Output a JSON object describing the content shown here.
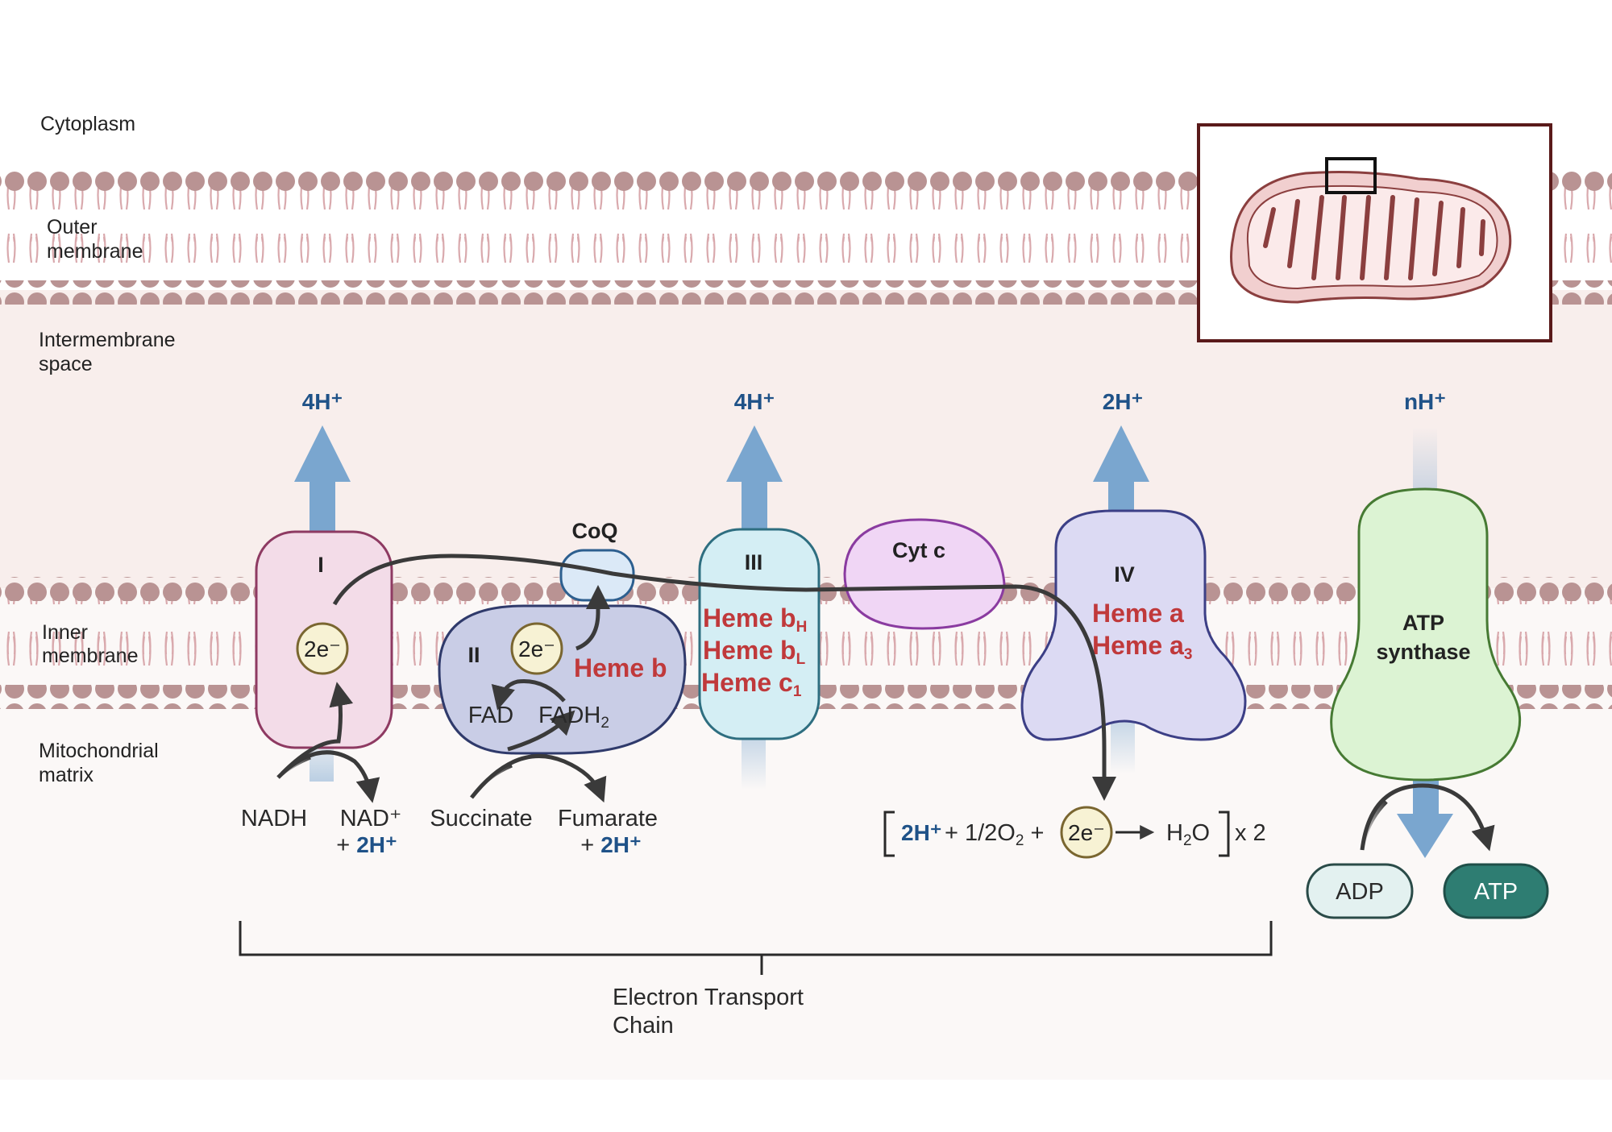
{
  "regions": {
    "cytoplasm": "Cytoplasm",
    "outer_membrane": [
      "Outer",
      "membrane"
    ],
    "intermembrane_space": [
      "Intermembrane",
      "space"
    ],
    "inner_membrane": [
      "Inner",
      "membrane"
    ],
    "matrix": [
      "Mitochondrial",
      "matrix"
    ]
  },
  "protons": {
    "complex1": "4H⁺",
    "complex3": "4H⁺",
    "complex4": "2H⁺",
    "atp_synthase": "nH⁺"
  },
  "complexes": {
    "c1": "I",
    "c2": "II",
    "coq": "CoQ",
    "c3": "III",
    "cytc": "Cyt c",
    "c4": "IV",
    "atp_synthase": [
      "ATP",
      "synthase"
    ]
  },
  "hemes": {
    "c2": "Heme b",
    "c3_bh": "Heme b",
    "c3_bh_sub": "H",
    "c3_bl": "Heme b",
    "c3_bl_sub": "L",
    "c3_c1": "Heme c",
    "c3_c1_sub": "1",
    "c4_a": "Heme a",
    "c4_a3": "Heme a",
    "c4_a3_sub": "3"
  },
  "electrons": "2e⁻",
  "reactions": {
    "nadh": "NADH",
    "nad": "NAD⁺",
    "plus": "+ ",
    "two_h": "2H⁺",
    "fad": "FAD",
    "fadh": "FADH",
    "fadh_sub": "2",
    "succinate": "Succinate",
    "fumarate": "Fumarate",
    "water_eq_h": "2H⁺",
    "water_eq_o2": "+ 1/2O",
    "o2_sub": "2",
    "water_eq_plus": "+",
    "h2o_h": "H",
    "h2o_sub": "2",
    "h2o_o": "O",
    "times": "x 2"
  },
  "atp": {
    "adp": "ADP",
    "atp": "ATP"
  },
  "etc_label": [
    "Electron Transport",
    "Chain"
  ],
  "colors": {
    "proton_blue": "#1f5288",
    "arrow_blue": "#7aa6cf",
    "heme_red": "#c0393b",
    "membrane_head": "#b99393",
    "inset_border": "#5a1a1a",
    "c1_fill": "#f3dce8",
    "c2_fill": "#c9cde6",
    "c3_fill": "#d4eef4",
    "cytc_fill": "#f0d6f5",
    "c4_fill": "#dcdaf3",
    "atp_synthase_fill": "#dcf3d3",
    "atp_fill": "#2e7d72"
  }
}
